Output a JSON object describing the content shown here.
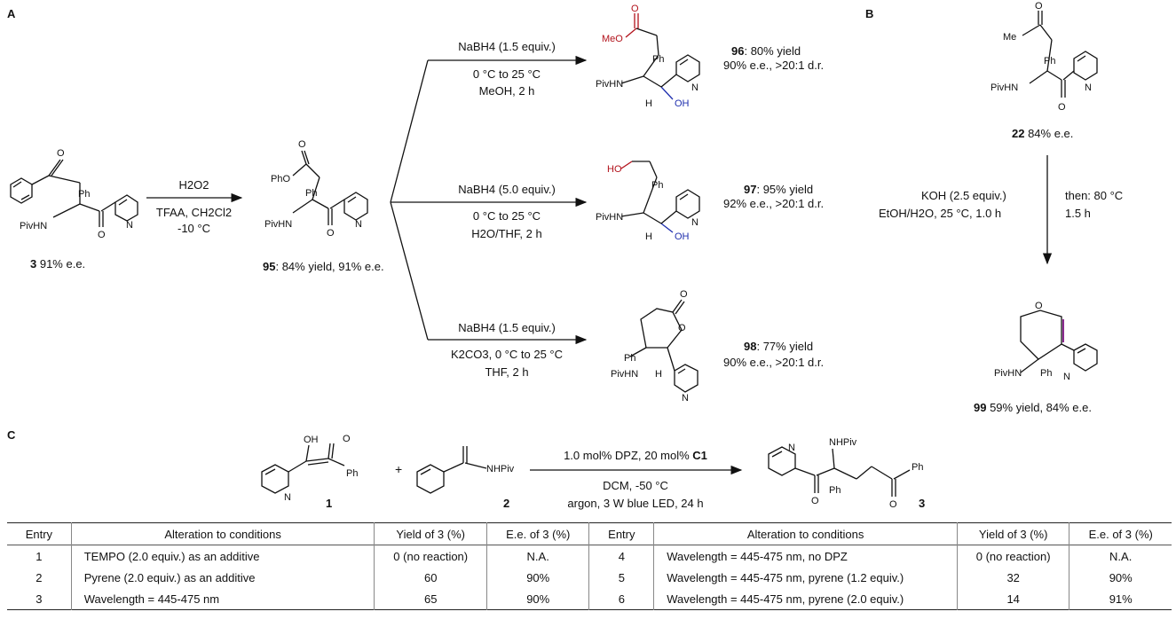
{
  "panels": {
    "a": "A",
    "b": "B",
    "c": "C"
  },
  "compounds": {
    "c3": {
      "num": "3",
      "note": " 91% e.e."
    },
    "c95": {
      "num": "95",
      "note": ": 84% yield, 91% e.e."
    },
    "c96": {
      "num": "96",
      "note": ": 80% yield",
      "line2": "90% e.e., >20:1 d.r."
    },
    "c97": {
      "num": "97",
      "note": ": 95% yield",
      "line2": "92% e.e., >20:1 d.r."
    },
    "c98": {
      "num": "98",
      "note": ": 77% yield",
      "line2": "90% e.e., >20:1 d.r."
    },
    "c22": {
      "num": "22",
      "note": " 84% e.e."
    },
    "c99": {
      "num": "99",
      "note": " 59% yield, 84% e.e."
    },
    "c1": {
      "num": "1"
    },
    "c2": {
      "num": "2"
    },
    "c3b": {
      "num": "3"
    }
  },
  "conditions": {
    "step1": {
      "line1": "H2O2",
      "line2": "TFAA, CH2Cl2",
      "line3": "-10 °C"
    },
    "r96": {
      "line1": "NaBH4 (1.5 equiv.)",
      "line2": "0 °C to 25 °C",
      "line3": "MeOH, 2 h"
    },
    "r97": {
      "line1": "NaBH4 (5.0 equiv.)",
      "line2": "0 °C to 25 °C",
      "line3": "H2O/THF, 2 h"
    },
    "r98": {
      "line1": "NaBH4 (1.5 equiv.)",
      "line2": "K2CO3, 0 °C to 25 °C",
      "line3": "THF, 2 h"
    },
    "r99": {
      "left1": "KOH (2.5 equiv.)",
      "left2": "EtOH/H2O, 25 °C, 1.0 h",
      "right1": "then: 80 °C",
      "right2": "1.5 h"
    },
    "rc": {
      "line1a": "1.0 mol% DPZ, 20 mol% ",
      "line1b": "C1",
      "line2": "DCM, -50 °C",
      "line3": "argon, 3 W blue LED, 24 h"
    }
  },
  "atom_labels": {
    "ph": "Ph",
    "pivhn": "PivHN",
    "o": "O",
    "n": "N",
    "h": "H",
    "oh": "OH",
    "meo": "MeO",
    "ho": "HO",
    "pho": "PhO",
    "me": "Me",
    "nhpiv": "NHPiv",
    "plus": "+"
  },
  "table": {
    "headers": [
      "Entry",
      "Alteration to conditions",
      "Yield of 3 (%)",
      "E.e. of 3 (%)",
      "Entry",
      "Alteration to conditions",
      "Yield of 3 (%)",
      "E.e. of 3 (%)"
    ],
    "rows": [
      [
        "1",
        "TEMPO (2.0 equiv.) as an additive",
        "0 (no reaction)",
        "N.A.",
        "4",
        "Wavelength = 445-475 nm, no DPZ",
        "0 (no reaction)",
        "N.A."
      ],
      [
        "2",
        "Pyrene (2.0 equiv.) as an additive",
        "60",
        "90%",
        "5",
        "Wavelength = 445-475 nm, pyrene (1.2 equiv.)",
        "32",
        "90%"
      ],
      [
        "3",
        "Wavelength = 445-475 nm",
        "65",
        "90%",
        "6",
        "Wavelength = 445-475 nm, pyrene (2.0 equiv.)",
        "14",
        "91%"
      ]
    ]
  },
  "colors": {
    "red": "#b2121b",
    "blue": "#1f2fae",
    "purple": "#8b2a8f"
  }
}
